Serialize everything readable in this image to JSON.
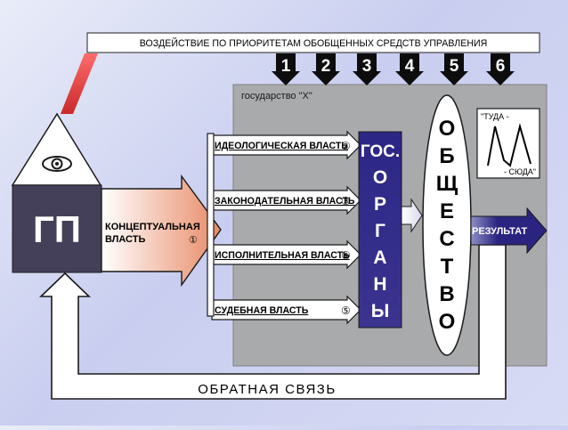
{
  "header": {
    "priority_text": "ВОЗДЕЙСТВИЕ ПО ПРИОРИТЕТАМ ОБОБЩЕННЫХ СРЕДСТВ УПРАВЛЕНИЯ",
    "priorities": [
      "1",
      "2",
      "3",
      "4",
      "5",
      "6"
    ]
  },
  "state": {
    "label": "государство \"Х\""
  },
  "gp": {
    "label": "ГП"
  },
  "conceptual": {
    "line1": "КОНЦЕПТУАЛЬНАЯ",
    "line2": "ВЛАСТЬ",
    "num": "①"
  },
  "powers": [
    {
      "label": "ИДЕОЛОГИЧЕСКАЯ ВЛАСТЬ",
      "num": "②"
    },
    {
      "label": "ЗАКОНОДАТЕЛЬНАЯ ВЛАСТЬ",
      "num": "③"
    },
    {
      "label": "ИСПОЛНИТЕЛЬНАЯ ВЛАСТЬ",
      "num": "④"
    },
    {
      "label": "СУДЕБНАЯ ВЛАСТЬ",
      "num": "⑤"
    }
  ],
  "organs": {
    "top": "ГОС.",
    "letters": [
      "О",
      "Р",
      "Г",
      "А",
      "Н",
      "Ы"
    ]
  },
  "society": {
    "letters": [
      "О",
      "Б",
      "Щ",
      "Е",
      "С",
      "Т",
      "В",
      "О"
    ]
  },
  "graph": {
    "top": "\"ТУДА -",
    "bottom": "- СЮДА\""
  },
  "result": {
    "label": "РЕЗУЛЬТАТ"
  },
  "feedback": {
    "label": "ОБРАТНАЯ СВЯЗЬ"
  },
  "colors": {
    "panel": "#a9aaab",
    "organs": "#27207a",
    "result": "#2a2480",
    "gp_box": "#45405a",
    "conceptual_end": "#e88a66",
    "beam": "#e04040"
  }
}
